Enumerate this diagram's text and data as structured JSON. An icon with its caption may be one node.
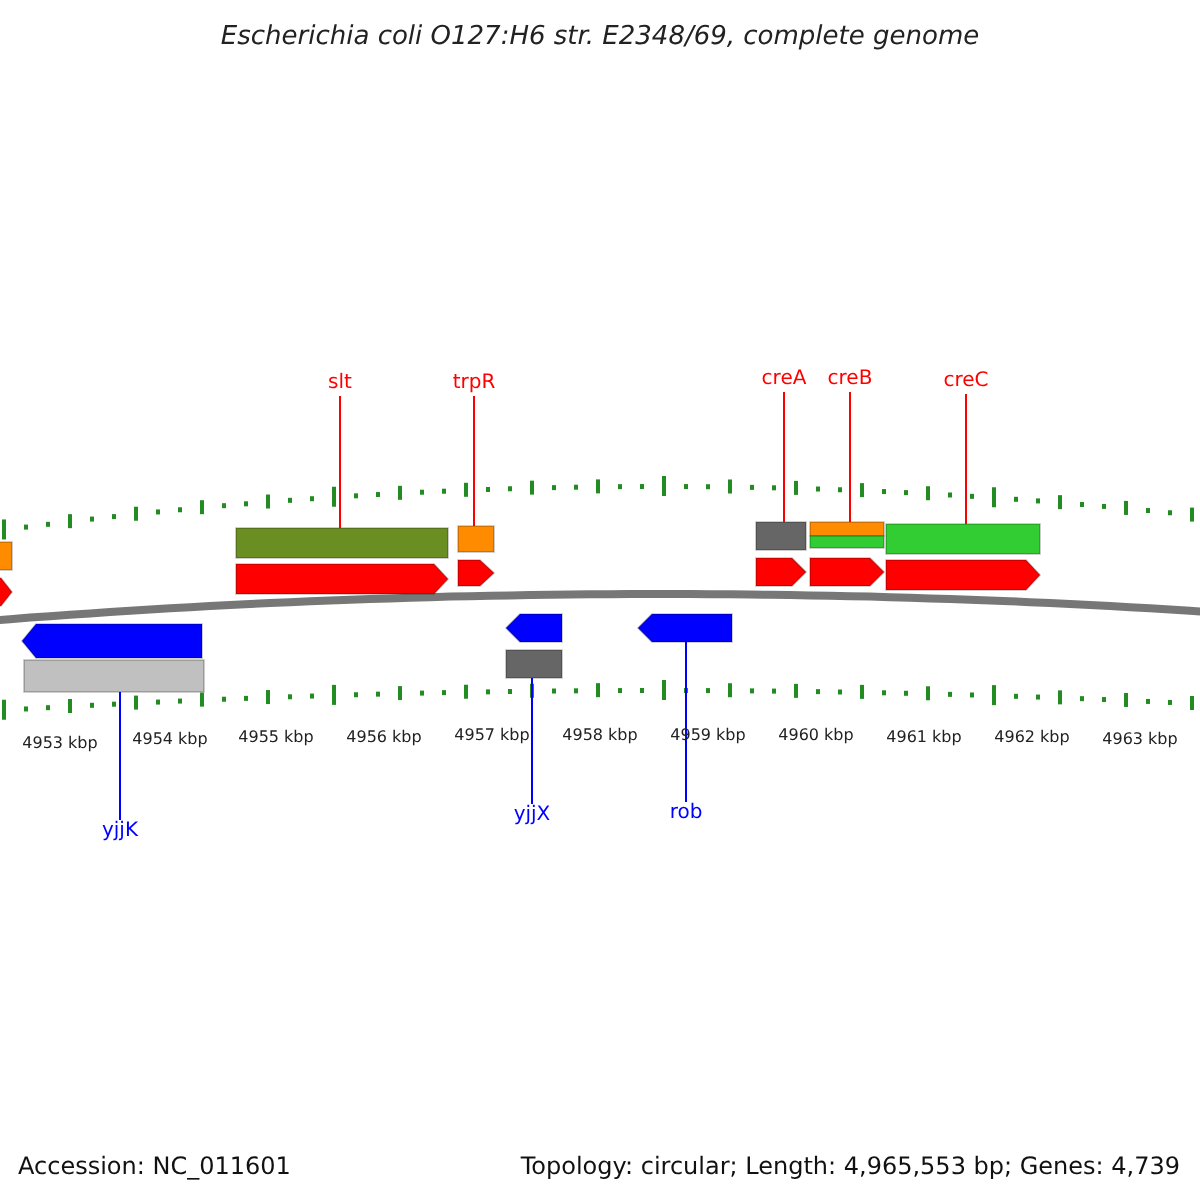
{
  "diagram": {
    "title": "Escherichia coli O127:H6 str. E2348/69, complete genome",
    "nodes": [
      {
        "text": [
          "slt"
        ]
      },
      {
        "text": [
          "trpR"
        ]
      },
      {
        "text": [
          "creA"
        ]
      },
      {
        "text": [
          "creB"
        ]
      },
      {
        "text": [
          "creC"
        ]
      },
      {
        "text": [
          "yjjK"
        ]
      },
      {
        "text": [
          "yjjX"
        ]
      },
      {
        "text": [
          "rob"
        ]
      },
      {
        "text": [],
        "shape": "bar"
      },
      {
        "text": [],
        "shape": "pentagon"
      },
      {
        "text": [],
        "shape": "pentagon"
      },
      {
        "text": [],
        "shape": "bar"
      },
      {
        "text": [],
        "shape": "bar"
      },
      {
        "text": [],
        "shape": "pentagon"
      },
      {
        "text": [],
        "shape": "bar"
      },
      {
        "text": [],
        "shape": "pentagon"
      },
      {
        "text": [],
        "shape": "pentagon"
      },
      {
        "text": [],
        "shape": "bar"
      },
      {
        "text": [],
        "shape": "pentagon"
      },
      {
        "text": [],
        "shape": "bar"
      },
      {
        "text": [],
        "shape": "pentagon"
      },
      {
        "text": [],
        "shape": "bar"
      },
      {
        "text": [],
        "shape": "bar"
      },
      {
        "text": [],
        "shape": "pentagon"
      },
      {
        "text": [],
        "shape": "bar"
      },
      {
        "text": [],
        "shape": "pentagon"
      }
    ],
    "edges": [
      {
        "from": 0,
        "to": 12,
        "arrow": "none"
      },
      {
        "from": 1,
        "to": 14,
        "arrow": "none"
      },
      {
        "from": 2,
        "to": 19,
        "arrow": "none"
      },
      {
        "from": 3,
        "to": 21,
        "arrow": "none"
      },
      {
        "from": 4,
        "to": 24,
        "arrow": "none"
      },
      {
        "from": 5,
        "to": 11,
        "arrow": "none",
        "color": "#0000ff"
      },
      {
        "from": 6,
        "to": 17,
        "arrow": "none",
        "color": "#0000ff"
      },
      {
        "from": 7,
        "to": 18,
        "arrow": "none",
        "color": "#0000ff"
      }
    ],
    "labels": [
      "4953 kbp",
      "4954 kbp",
      "4955 kbp",
      "4956 kbp",
      "4957 kbp",
      "4958 kbp",
      "4959 kbp",
      "4960 kbp",
      "4961 kbp",
      "4962 kbp",
      "4963 kbp",
      "Accession: NC_011601",
      "Topology: circular; Length: 4,965,553 bp; Genes: 4,739"
    ]
  }
}
